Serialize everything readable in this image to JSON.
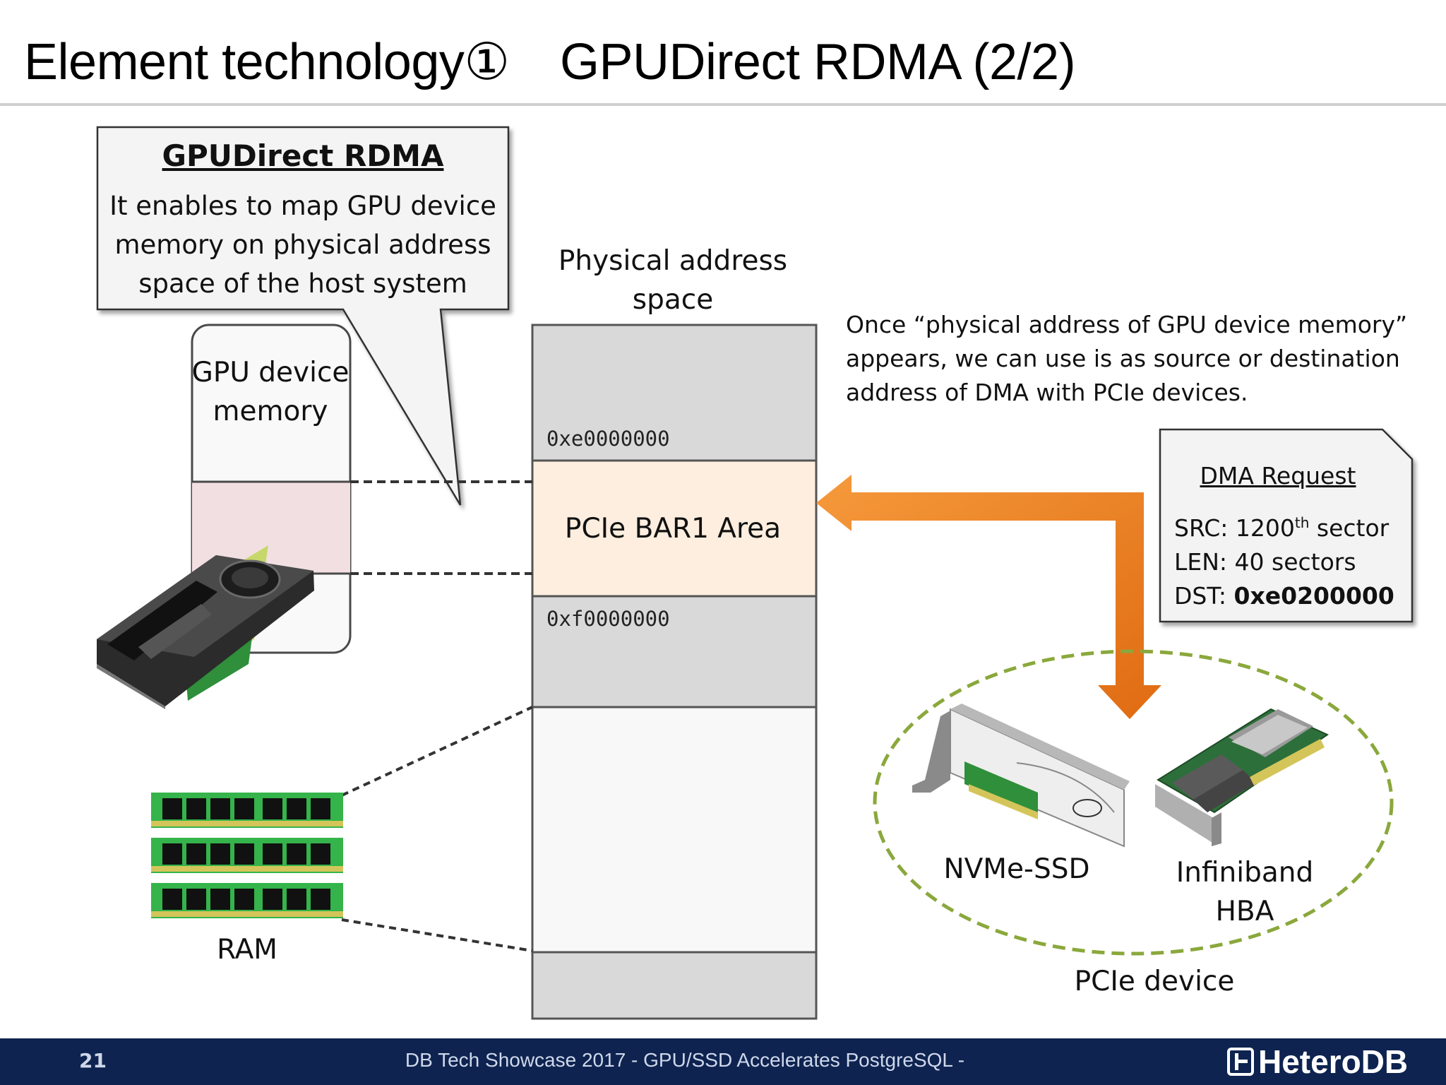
{
  "title": "Element technology①　GPUDirect RDMA (2/2)",
  "callout": {
    "title": "GPUDirect RDMA",
    "body": "It enables to map GPU device memory on physical address space of the host system"
  },
  "gpu_memory_label": "GPU device memory",
  "physical_space_label": "Physical address space",
  "addresses": {
    "start": "0xe0000000",
    "end": "0xf0000000"
  },
  "bar1_label": "PCIe BAR1 Area",
  "note": "Once “physical address of GPU device memory” appears, we can use is as source or destination address of DMA with PCIe devices.",
  "dma_request": {
    "title": "DMA Request",
    "src_prefix": "SRC: 1200",
    "src_sup": "th",
    "src_suffix": " sector",
    "len": "LEN: 40 sectors",
    "dst_prefix": "DST: ",
    "dst_value": "0xe0200000"
  },
  "ram_label": "RAM",
  "devices": {
    "ssd": "NVMe-SSD",
    "hba": "Infiniband HBA",
    "group": "PCIe device"
  },
  "footer": {
    "page": "21",
    "text": "DB Tech Showcase 2017 - GPU/SSD Accelerates PostgreSQL -",
    "logo": "HeteroDB"
  },
  "colors": {
    "arrow": "#f07f1d",
    "bar1_fill": "#fdeedf",
    "gpu_mapped": "#f2dfe1",
    "footer_bg": "#0e2350",
    "ellipse": "#8aa83c"
  }
}
